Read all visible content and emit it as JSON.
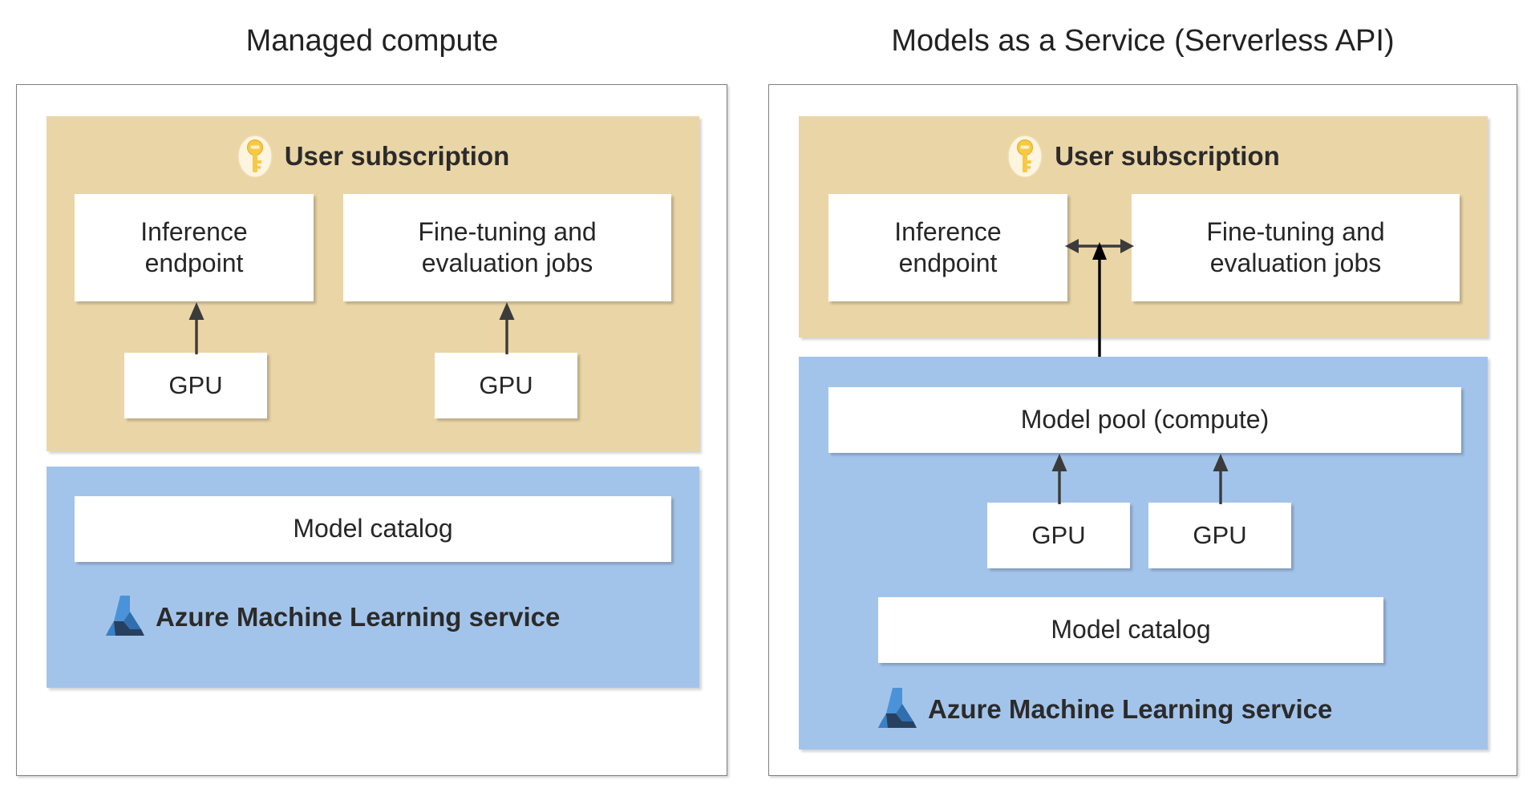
{
  "diagram": {
    "background": "#ffffff",
    "colors": {
      "user_subscription_zone": "#ead5a6",
      "azure_ml_zone": "#a3c4ea",
      "box_fill": "#ffffff",
      "frame_border": "#7f7f7f",
      "text": "#262626",
      "key_gold": "#f5c13a",
      "key_oval": "#fdf5e0",
      "aml_light_blue": "#4a93d9",
      "aml_mid_blue": "#3b7fc4",
      "aml_dark_blue": "#27405f",
      "arrow": "#3b3b3b"
    }
  },
  "panels": [
    {
      "id": "managed-compute",
      "title": "Managed compute",
      "zones": [
        {
          "id": "user-subscription",
          "header": {
            "label": "User subscription",
            "icon": "key-icon"
          },
          "boxes": [
            {
              "id": "inference-endpoint",
              "label": "Inference\nendpoint"
            },
            {
              "id": "fine-tuning-jobs",
              "label": "Fine-tuning and\nevaluation jobs"
            },
            {
              "id": "gpu-1",
              "label": "GPU"
            },
            {
              "id": "gpu-2",
              "label": "GPU"
            }
          ],
          "arrows": [
            {
              "id": "gpu1-to-inference",
              "from": "gpu-1",
              "to": "inference-endpoint",
              "direction": "up"
            },
            {
              "id": "gpu2-to-finetuning",
              "from": "gpu-2",
              "to": "fine-tuning-jobs",
              "direction": "up"
            }
          ]
        },
        {
          "id": "azure-ml-service",
          "header": {
            "label": "Azure Machine Learning service",
            "icon": "azure-ml-icon"
          },
          "boxes": [
            {
              "id": "model-catalog",
              "label": "Model catalog"
            }
          ],
          "arrows": []
        }
      ]
    },
    {
      "id": "models-as-a-service",
      "title": "Models as a Service (Serverless API)",
      "zones": [
        {
          "id": "user-subscription",
          "header": {
            "label": "User subscription",
            "icon": "key-icon"
          },
          "boxes": [
            {
              "id": "inference-endpoint",
              "label": "Inference\nendpoint"
            },
            {
              "id": "fine-tuning-jobs",
              "label": "Fine-tuning and\nevaluation jobs"
            }
          ],
          "arrows": [
            {
              "id": "inference-finetuning-link",
              "from": "inference-endpoint",
              "to": "fine-tuning-jobs",
              "direction": "both"
            }
          ]
        },
        {
          "id": "azure-ml-service",
          "header": {
            "label": "Azure Machine Learning service",
            "icon": "azure-ml-icon"
          },
          "boxes": [
            {
              "id": "model-pool",
              "label": "Model pool (compute)"
            },
            {
              "id": "gpu-1",
              "label": "GPU"
            },
            {
              "id": "gpu-2",
              "label": "GPU"
            },
            {
              "id": "model-catalog",
              "label": "Model catalog"
            }
          ],
          "arrows": [
            {
              "id": "gpu1-to-model-pool",
              "from": "gpu-1",
              "to": "model-pool",
              "direction": "up"
            },
            {
              "id": "gpu2-to-model-pool",
              "from": "gpu-2",
              "to": "model-pool",
              "direction": "up"
            },
            {
              "id": "model-pool-to-endpoints",
              "from": "model-pool",
              "to": "inference-finetuning-link",
              "direction": "up"
            }
          ]
        }
      ]
    }
  ]
}
